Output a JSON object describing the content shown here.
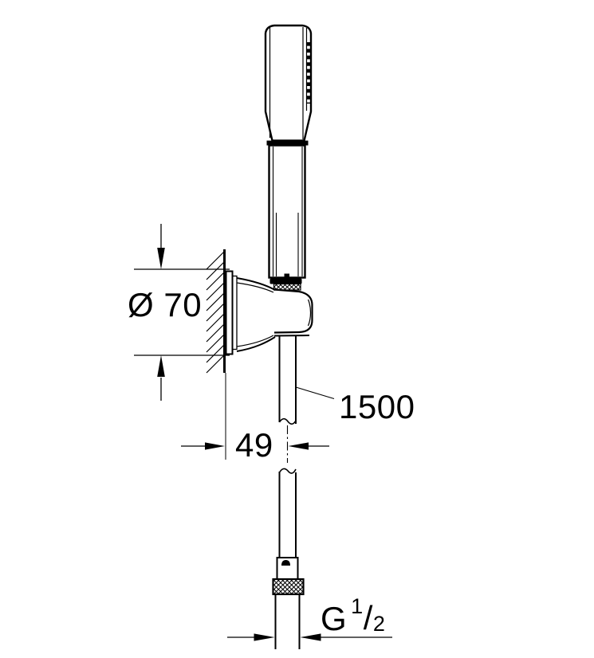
{
  "colors": {
    "background": "#ffffff",
    "line": "#000000"
  },
  "dimensions": {
    "flange_diameter_label": "Ø 70",
    "flange_diameter_value": 70,
    "hose_length_label": "1500",
    "hose_length_value": 1500,
    "wall_to_hose_center_label": "49",
    "wall_to_hose_center_value": 49,
    "thread": {
      "label": "G 1/2",
      "prefix": "G",
      "numerator": "1",
      "slash": "/",
      "denominator": "2"
    }
  }
}
